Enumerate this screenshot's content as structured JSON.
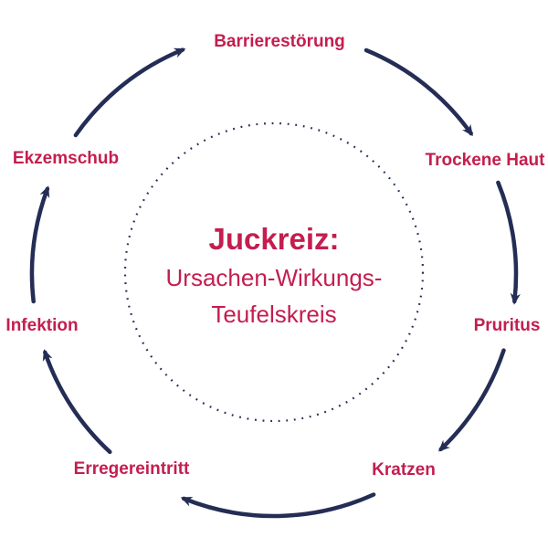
{
  "colors": {
    "accent_red": "#C31E4F",
    "navy": "#242D55"
  },
  "center": {
    "heading": "Juckreiz:",
    "subtitle_line1": "Ursachen-Wirkungs-",
    "subtitle_line2": "Teufelskreis"
  },
  "cycle": {
    "direction": "clockwise",
    "items": [
      {
        "label": "Barrierestörung"
      },
      {
        "label": "Trockene Haut"
      },
      {
        "label": "Pruritus"
      },
      {
        "label": "Kratzen"
      },
      {
        "label": "Erregereintritt"
      },
      {
        "label": "Infektion"
      },
      {
        "label": "Ekzemschub"
      }
    ]
  }
}
